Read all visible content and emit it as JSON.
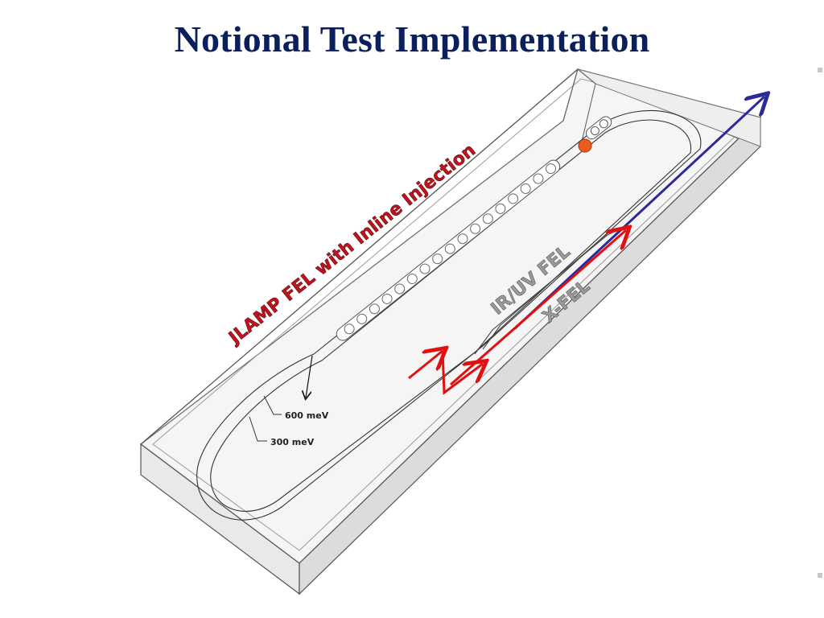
{
  "slide": {
    "title": "Notional Test Implementation"
  },
  "diagram": {
    "machine_label": "JLAMP FEL with Inline Injection",
    "fel_label_1": "IR/UV FEL",
    "fel_label_2": "X-FEL",
    "energy_1": "600 meV",
    "energy_2": "300 meV",
    "colors": {
      "machine_label": "#c1121f",
      "fel_label": "#8a8a8a",
      "red_path": "#e01010",
      "blue_arrow": "#2a2a9a",
      "injector_dot": "#f05a1a",
      "box_fill": "#f4f4f4",
      "box_stroke": "#555555"
    }
  }
}
